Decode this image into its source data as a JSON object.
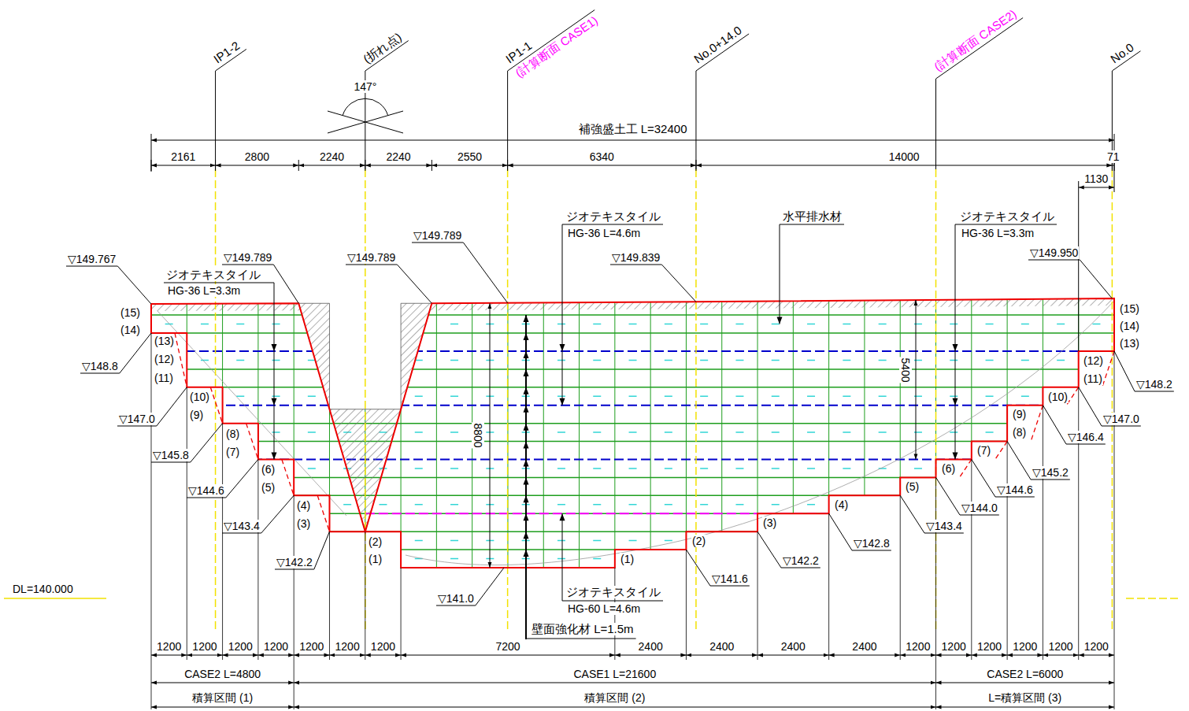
{
  "diagram": {
    "labels": [
      "IP1-2",
      "(折れ点)",
      "IP1-1",
      "(計算断面 CASE1)",
      "No.0+14.0",
      "(計算断面 CASE2)",
      "No.0",
      "147°",
      "補強盛土工 L=32400",
      "2161",
      "2800",
      "2240",
      "2240",
      "2550",
      "6340",
      "14000",
      "71",
      "1130",
      "ジオテキスタイル",
      "HG-36 L=3.3m",
      "ジオテキスタイル",
      "HG-36 L=4.6m",
      "水平排水材",
      "ジオテキスタイル",
      "HG-36 L=3.3m",
      "ジオテキスタイル",
      "HG-60 L=4.6m",
      "壁面強化材 L=1.5m",
      "8800",
      "5400",
      "▽149.767",
      "▽149.789",
      "▽149.789",
      "▽149.789",
      "▽149.839",
      "▽149.950",
      "▽148.8",
      "▽147.0",
      "▽145.8",
      "▽144.6",
      "▽143.4",
      "▽142.2",
      "▽141.0",
      "▽141.6",
      "▽142.2",
      "▽142.8",
      "▽143.4",
      "▽144.0",
      "▽144.6",
      "▽145.2",
      "▽146.4",
      "▽147.0",
      "▽148.2",
      "(15)",
      "(14)",
      "(13)",
      "(12)",
      "(11)",
      "(10)",
      "(9)",
      "(8)",
      "(7)",
      "(6)",
      "(5)",
      "(4)",
      "(3)",
      "(2)",
      "(1)",
      "(1)",
      "(2)",
      "(3)",
      "(4)",
      "(5)",
      "(6)",
      "(7)",
      "(8)",
      "(9)",
      "(10)",
      "(11)",
      "(12)",
      "(13)",
      "(14)",
      "(15)",
      "DL=140.000",
      "1200",
      "1200",
      "1200",
      "1200",
      "1200",
      "1200",
      "1200",
      "7200",
      "2400",
      "2400",
      "2400",
      "2400",
      "1200",
      "1200",
      "1200",
      "1200",
      "1200",
      "1200",
      "CASE2 L=4800",
      "CASE1 L=21600",
      "CASE2 L=6000",
      "積算区間 (1)",
      "積算区間 (2)",
      "L=積算区間 (3)"
    ]
  }
}
